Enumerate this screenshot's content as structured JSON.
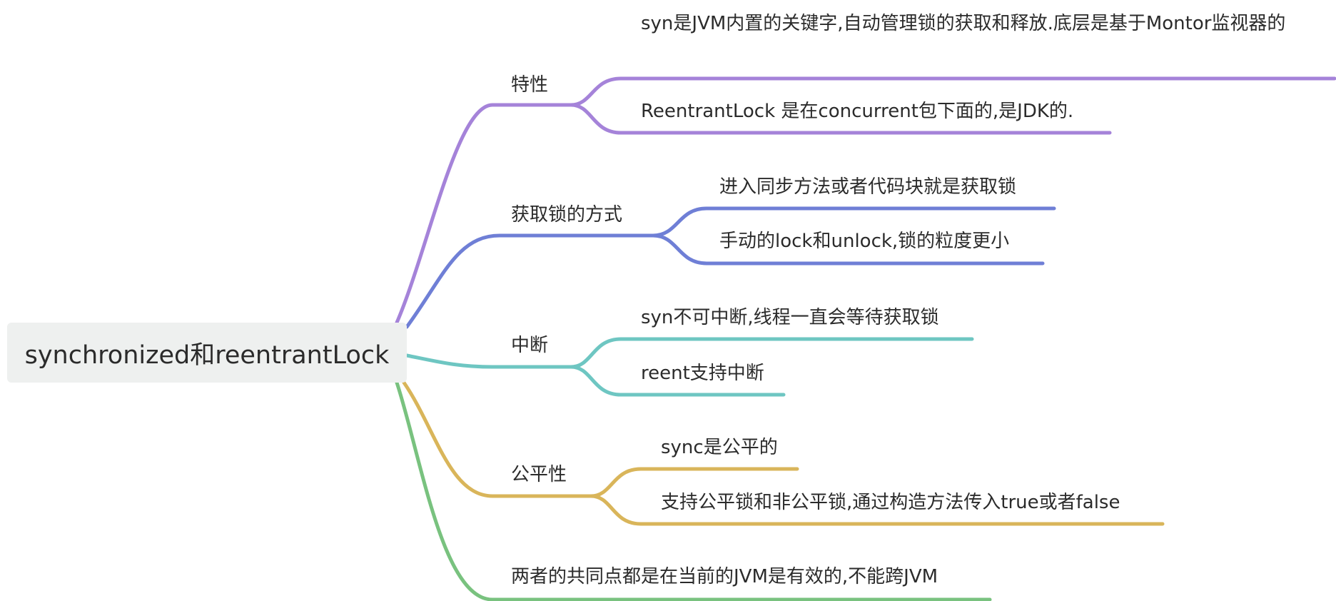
{
  "root": {
    "label": "synchronized和reentrantLock"
  },
  "branches": [
    {
      "label": "特性",
      "color": "#a583d9",
      "children": [
        {
          "label": "syn是JVM内置的关键字,自动管理锁的获取和释放.底层是基于Montor监视器的"
        },
        {
          "label": "ReentrantLock 是在concurrent包下面的,是JDK的."
        }
      ]
    },
    {
      "label": "获取锁的方式",
      "color": "#6f7fd6",
      "children": [
        {
          "label": "进入同步方法或者代码块就是获取锁"
        },
        {
          "label": "手动的lock和unlock,锁的粒度更小"
        }
      ]
    },
    {
      "label": "中断",
      "color": "#6ec6c2",
      "children": [
        {
          "label": "syn不可中断,线程一直会等待获取锁"
        },
        {
          "label": "reent支持中断"
        }
      ]
    },
    {
      "label": "公平性",
      "color": "#d9b55a",
      "children": [
        {
          "label": "sync是公平的"
        },
        {
          "label": "支持公平锁和非公平锁,通过构造方法传入true或者false"
        }
      ]
    },
    {
      "label": "两者的共同点都是在当前的JVM是有效的,不能跨JVM",
      "color": "#79c27f",
      "children": []
    }
  ]
}
